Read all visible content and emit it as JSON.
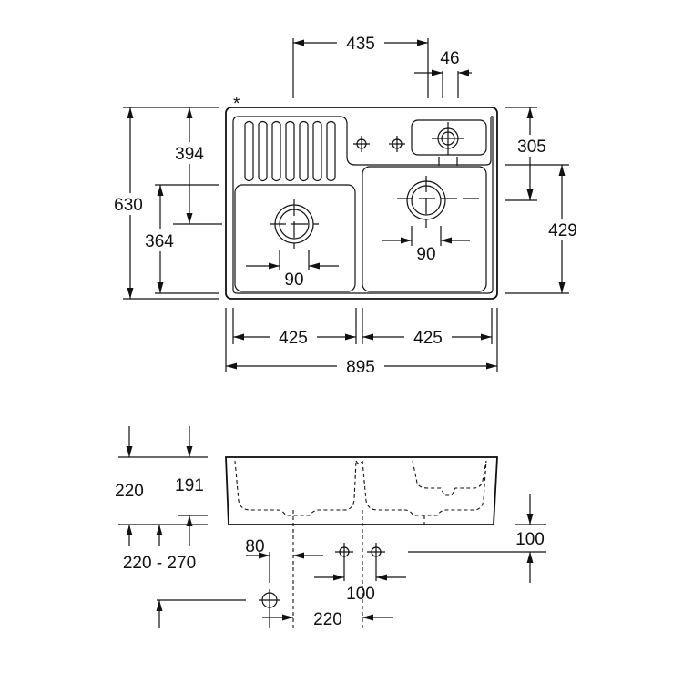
{
  "annotations": {
    "asterisk": "*"
  },
  "top_view": {
    "dims": {
      "w435": "435",
      "w46": "46",
      "h394": "394",
      "h305": "305",
      "h630": "630",
      "h364": "364",
      "h429": "429",
      "outlet_left": "90",
      "outlet_right": "90",
      "bowl_left": "425",
      "bowl_right": "425",
      "total_width": "895"
    }
  },
  "side_view": {
    "dims": {
      "h220": "220",
      "h191": "191",
      "cabinet": "220 - 270",
      "d100_right": "100",
      "d80": "80",
      "d100_bottom": "100",
      "d220_bottom": "220"
    }
  }
}
